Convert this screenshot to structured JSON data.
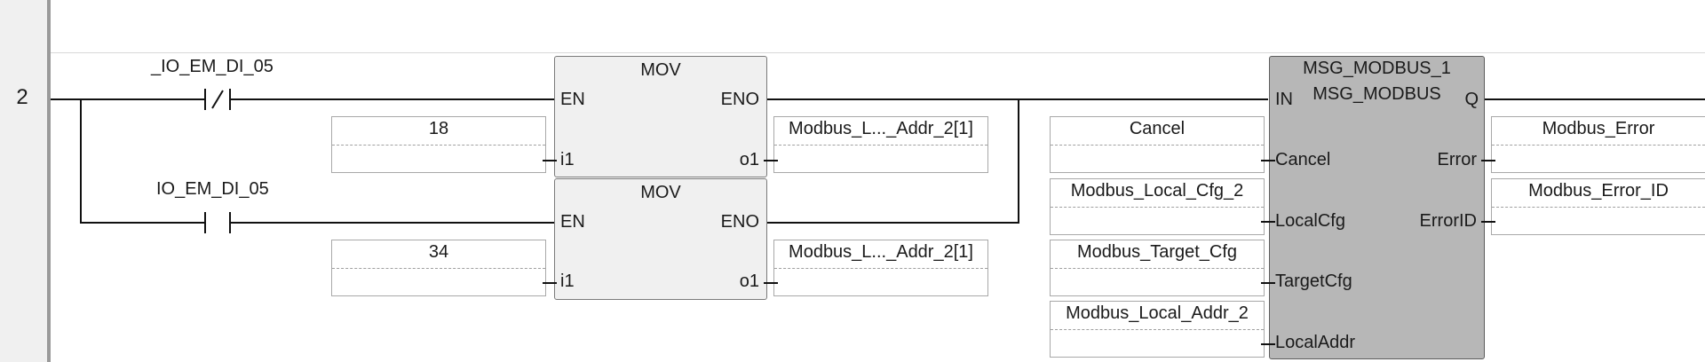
{
  "rung": {
    "number": "2"
  },
  "contacts": [
    {
      "label": "_IO_EM_DI_05",
      "type": "normally-closed"
    },
    {
      "label": "IO_EM_DI_05",
      "type": "normally-open"
    }
  ],
  "mov_blocks": [
    {
      "title": "MOV",
      "pin_en": "EN",
      "pin_eno": "ENO",
      "pin_i1": "i1",
      "pin_o1": "o1",
      "input_value": "18",
      "output_var": "Modbus_L..._Addr_2[1]"
    },
    {
      "title": "MOV",
      "pin_en": "EN",
      "pin_eno": "ENO",
      "pin_i1": "i1",
      "pin_o1": "o1",
      "input_value": "34",
      "output_var": "Modbus_L..._Addr_2[1]"
    }
  ],
  "msg_block": {
    "instance": "MSG_MODBUS_1",
    "type": "MSG_MODBUS",
    "pin_in": "IN",
    "pin_q": "Q",
    "inputs": [
      {
        "pin": "Cancel",
        "var": "Cancel"
      },
      {
        "pin": "LocalCfg",
        "var": "Modbus_Local_Cfg_2"
      },
      {
        "pin": "TargetCfg",
        "var": "Modbus_Target_Cfg"
      },
      {
        "pin": "LocalAddr",
        "var": "Modbus_Local_Addr_2"
      }
    ],
    "outputs": [
      {
        "pin": "Error",
        "var": "Modbus_Error"
      },
      {
        "pin": "ErrorID",
        "var": "Modbus_Error_ID"
      }
    ]
  }
}
